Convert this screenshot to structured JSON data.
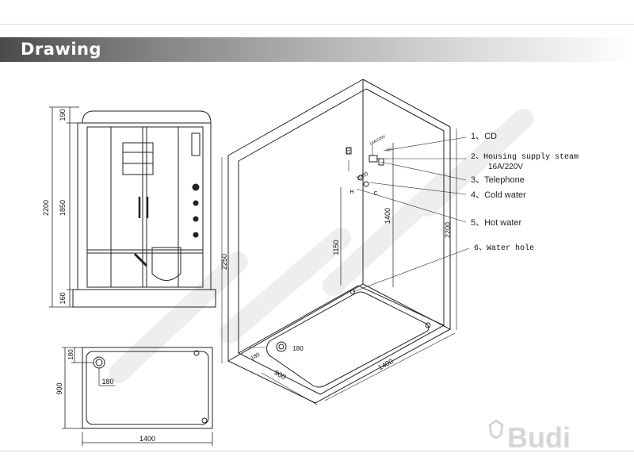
{
  "header": {
    "title": "Drawing"
  },
  "front_view": {
    "dims": {
      "top": "190",
      "middle": "1850",
      "bottom": "160",
      "total": "2200"
    }
  },
  "top_view": {
    "dims": {
      "width": "1400",
      "depth": "900",
      "corner": "180",
      "hole": "180"
    }
  },
  "iso_view": {
    "dims": {
      "width": "1400",
      "depth": "900",
      "height_right": "2200",
      "height_left": "2250",
      "height_mid": "1400",
      "height_valve": "1150",
      "hole": "180",
      "corner": "180"
    },
    "point_marks": [
      "CD",
      "1000",
      "C",
      "H",
      "16A/220V",
      "TEL"
    ]
  },
  "callouts": [
    {
      "label": "1、CD"
    },
    {
      "label": "2、Housing supply steam",
      "sub": "16A/220V"
    },
    {
      "label": "3、Telephone"
    },
    {
      "label": "4、Cold water"
    },
    {
      "label": "5、Hot water"
    },
    {
      "label": "6、Water hole"
    }
  ],
  "watermark": {
    "brand": "Budi"
  },
  "colors": {
    "line": "#222222",
    "watermark": "#d9d9d9",
    "header_start": "#4a4a4a",
    "header_end": "#ffffff"
  }
}
